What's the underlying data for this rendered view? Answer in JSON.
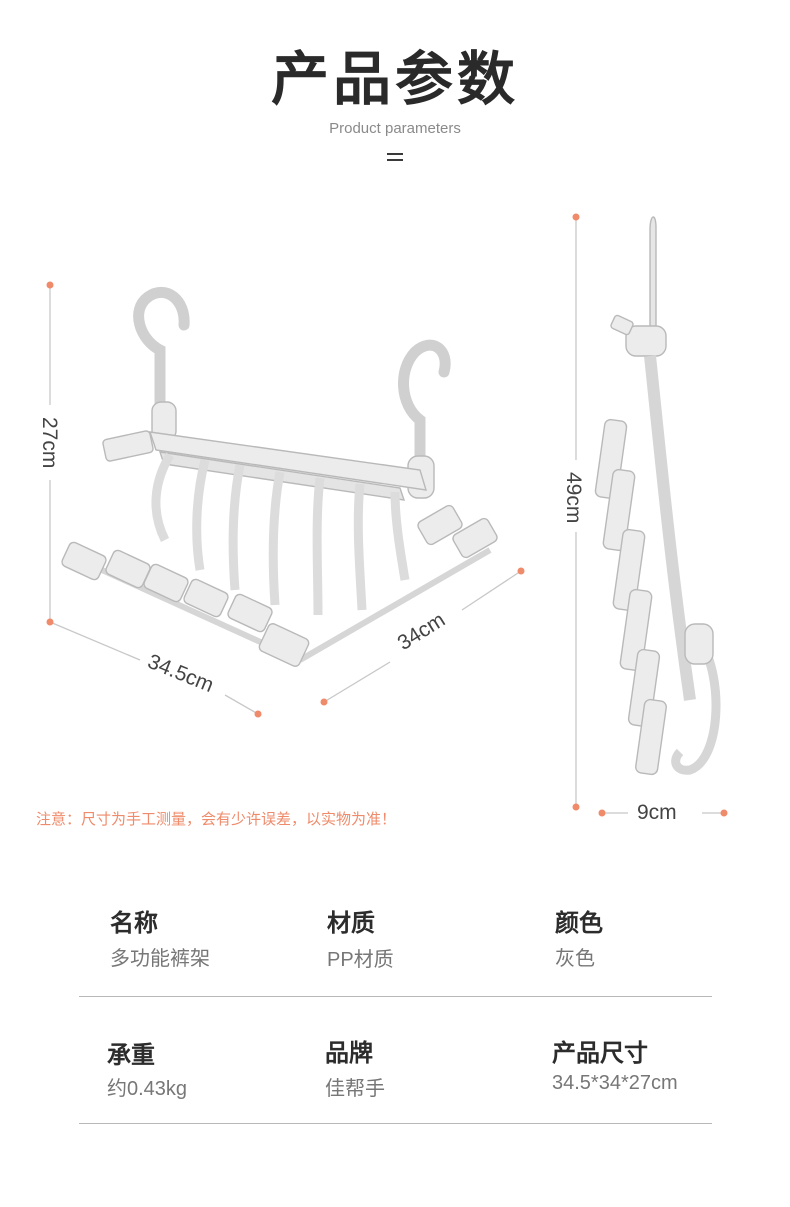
{
  "header": {
    "title": "产品参数",
    "subtitle": "Product parameters"
  },
  "dimensions": {
    "height_front": "27cm",
    "width_front": "34.5cm",
    "depth_front": "34cm",
    "height_side": "49cm",
    "width_side": "9cm"
  },
  "colors": {
    "accent": "#ef8a6a",
    "line": "#c8c8c8",
    "product": "#ececec",
    "product_outline": "#b9b9b9"
  },
  "note": "注意：尺寸为手工测量，会有少许误差，以实物为准！",
  "specs": {
    "row1": [
      {
        "label": "名称",
        "value": "多功能裤架"
      },
      {
        "label": "材质",
        "value": "PP材质"
      },
      {
        "label": "颜色",
        "value": "灰色"
      }
    ],
    "row2": [
      {
        "label": "承重",
        "value": "约0.43kg"
      },
      {
        "label": "品牌",
        "value": "佳帮手"
      },
      {
        "label": "产品尺寸",
        "value": "34.5*34*27cm"
      }
    ]
  }
}
